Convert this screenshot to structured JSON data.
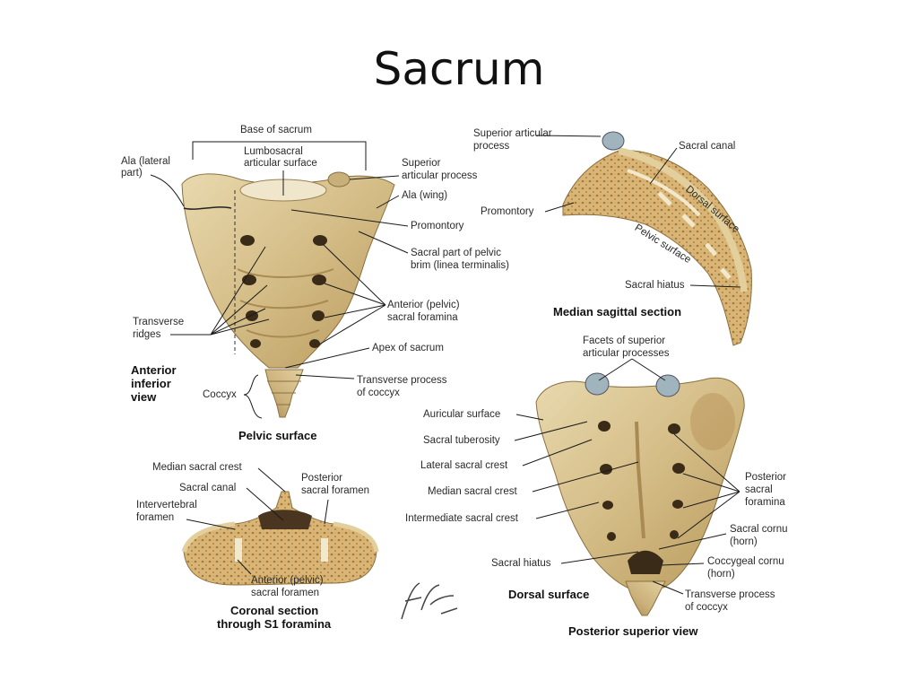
{
  "slide": {
    "title": "Sacrum"
  },
  "colors": {
    "bone": "#d9c594",
    "bone_shade": "#b89a5c",
    "bone_light": "#eee3c4",
    "cartilage": "#9fb4bd",
    "line": "#1a1a1a"
  },
  "labels": {
    "base_of_sacrum": "Base of sacrum",
    "lumbosacral_1": "Lumbosacral",
    "lumbosacral_2": "articular surface",
    "ala_lateral_1": "Ala (lateral",
    "ala_lateral_2": "part)",
    "superior_articular_1": "Superior",
    "superior_articular_2": "articular process",
    "ala_wing": "Ala (wing)",
    "promontory": "Promontory",
    "pelvic_brim_1": "Sacral part of pelvic",
    "pelvic_brim_2": "brim (linea terminalis)",
    "anterior_foramina_1": "Anterior (pelvic)",
    "anterior_foramina_2": "sacral foramina",
    "transverse_ridges_1": "Transverse",
    "transverse_ridges_2": "ridges",
    "apex": "Apex of sacrum",
    "transverse_process_coccyx_1": "Transverse process",
    "transverse_process_coccyx_2": "of coccyx",
    "coccyx": "Coccyx",
    "anterior_view_1": "Anterior",
    "anterior_view_2": "inferior",
    "anterior_view_3": "view",
    "pelvic_surface": "Pelvic surface",
    "sag_superior_articular_1": "Superior articular",
    "sag_superior_articular_2": "process",
    "sag_sacral_canal": "Sacral canal",
    "sag_dorsal_surface": "Dorsal surface",
    "sag_promontory": "Promontory",
    "sag_pelvic_surface": "Pelvic surface",
    "sag_sacral_hiatus": "Sacral hiatus",
    "median_sagittal": "Median sagittal section",
    "facets_1": "Facets of superior",
    "facets_2": "articular processes",
    "auricular": "Auricular surface",
    "tuberosity": "Sacral tuberosity",
    "lateral_crest": "Lateral sacral crest",
    "median_crest": "Median sacral crest",
    "intermediate_crest": "Intermediate sacral crest",
    "post_sacral_hiatus": "Sacral hiatus",
    "dorsal_surface": "Dorsal surface",
    "posterior_superior_view": "Posterior superior view",
    "posterior_foramina_1": "Posterior",
    "posterior_foramina_2": "sacral",
    "posterior_foramina_3": "foramina",
    "sacral_cornu_1": "Sacral cornu",
    "sacral_cornu_2": "(horn)",
    "coccygeal_cornu_1": "Coccygeal cornu",
    "coccygeal_cornu_2": "(horn)",
    "post_transverse_1": "Transverse process",
    "post_transverse_2": "of coccyx",
    "cor_median_crest": "Median sacral crest",
    "cor_sacral_canal": "Sacral canal",
    "cor_posterior_foramen_1": "Posterior",
    "cor_posterior_foramen_2": "sacral foramen",
    "cor_intervertebral_1": "Intervertebral",
    "cor_intervertebral_2": "foramen",
    "cor_anterior_foramen_1": "Anterior (pelvic)",
    "cor_anterior_foramen_2": "sacral foramen",
    "coronal_1": "Coronal section",
    "coronal_2": "through S1 foramina"
  },
  "signature": {
    "text": "F. Netter M.D."
  }
}
